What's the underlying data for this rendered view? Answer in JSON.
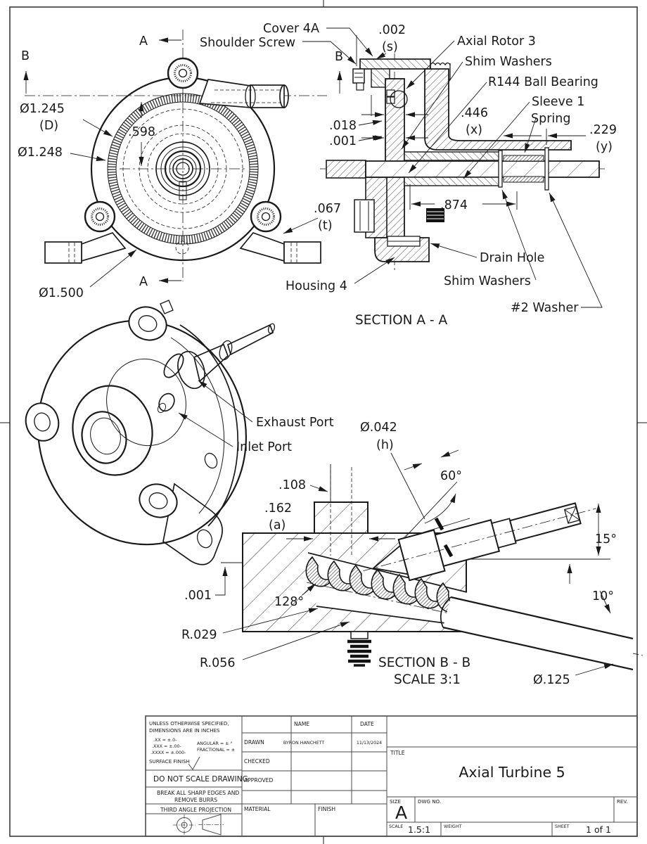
{
  "views": {
    "front": {
      "b_mark": "B",
      "a_mark_top": "A",
      "a_mark_bottom": "A",
      "dia_1245": "Ø1.245",
      "dia_1245_ref": "(D)",
      "dia_1248": "Ø1.248",
      "dim_598": ".598",
      "dia_1500": "Ø1.500",
      "dim_067": ".067",
      "dim_067_ref": "(t)"
    },
    "section_aa": {
      "caption": "SECTION A - A",
      "b_mark": "B",
      "labels": {
        "cover": "Cover 4A",
        "shoulder_screw": "Shoulder Screw",
        "axial_rotor": "Axial Rotor 3",
        "shim_washers_top": "Shim Washers",
        "ball_bearing": "R144 Ball Bearing",
        "sleeve": "Sleeve 1",
        "spring": "Spring",
        "drain_hole": "Drain Hole",
        "shim_washers_bottom": "Shim Washers",
        "washer2": "#2 Washer",
        "housing": "Housing 4"
      },
      "dims": {
        "s": ".002",
        "s_ref": "(s)",
        "x": ".446",
        "x_ref": "(x)",
        "y": ".229",
        "y_ref": "(y)",
        "d018": ".018",
        "d001": ".001",
        "d874": ".874"
      }
    },
    "isometric": {
      "exhaust": "Exhaust Port",
      "inlet": "Inlet Port"
    },
    "section_bb": {
      "caption": "SECTION B - B",
      "scale": "SCALE 3:1",
      "dims": {
        "h": "Ø.042",
        "h_ref": "(h)",
        "d108": ".108",
        "a162": ".162",
        "a162_ref": "(a)",
        "a60": "60°",
        "a15": "15°",
        "a10": "10°",
        "d001": ".001",
        "a128": "128°",
        "r029": "R.029",
        "r056": "R.056",
        "d125": "Ø.125"
      }
    }
  },
  "title_block": {
    "notes": {
      "line1": "UNLESS OTHERWISE SPECIFIED,",
      "line2": "DIMENSIONS ARE IN INCHES",
      "tol_xx": ".XX = ±.0-",
      "tol_xxx": ".XXX = ±.00-",
      "tol_xxxx": ".XXXX = ±.000-",
      "angular": "ANGULAR = ± °",
      "fractional": "FRACTIONAL = ±",
      "surface": "SURFACE FINISH",
      "do_not_scale": "DO NOT SCALE DRAWING",
      "break1": "BREAK ALL SHARP EDGES AND",
      "break2": "REMOVE BURRS",
      "projection": "THIRD ANGLE PROJECTION"
    },
    "headers": {
      "name": "NAME",
      "date": "DATE",
      "drawn": "DRAWN",
      "checked": "CHECKED",
      "approved": "APPROVED",
      "material": "MATERIAL",
      "finish": "FINISH",
      "title": "TITLE",
      "size": "SIZE",
      "dwg_no": "DWG NO.",
      "rev": "REV.",
      "scale": "SCALE",
      "weight": "WEIGHT",
      "sheet": "SHEET"
    },
    "values": {
      "drawn_name": "BYRON HANCHETT",
      "drawn_date": "11/13/2024",
      "title": "Axial Turbine 5",
      "size": "A",
      "scale": "1.5:1",
      "sheet": "1 of 1"
    }
  }
}
